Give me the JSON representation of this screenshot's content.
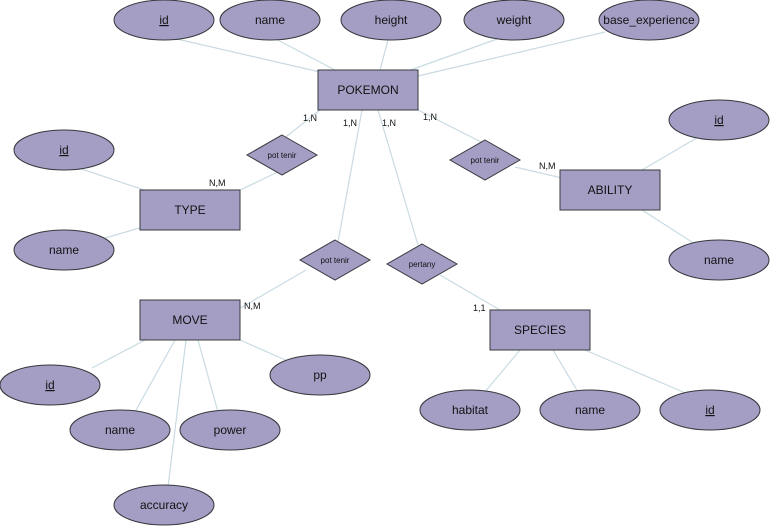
{
  "colors": {
    "fill": "#a49ec5",
    "stroke": "#36393d",
    "line": "#c9dbe3"
  },
  "entities": {
    "pokemon": "POKEMON",
    "type": "TYPE",
    "ability": "ABILITY",
    "move": "MOVE",
    "species": "SPECIES"
  },
  "attributes": {
    "pokemon": {
      "id": "id",
      "name": "name",
      "height": "height",
      "weight": "weight",
      "base_experience": "base_experience"
    },
    "type": {
      "id": "id",
      "name": "name"
    },
    "ability": {
      "id": "id",
      "name": "name"
    },
    "move": {
      "id": "id",
      "name": "name",
      "power": "power",
      "pp": "pp",
      "accuracy": "accuracy"
    },
    "species": {
      "habitat": "habitat",
      "name": "name",
      "id": "id"
    }
  },
  "relationships": {
    "pokemon_type": "pot tenir",
    "pokemon_ability": "pot tenir",
    "pokemon_move": "pot tenir",
    "pokemon_species": "pertany"
  },
  "cardinalities": {
    "pokemon_type_pokemon": "1,N",
    "pokemon_type_type": "N,M",
    "pokemon_move_pokemon": "1,N",
    "pokemon_move_move": "N,M",
    "pokemon_species_pokemon": "1,N",
    "pokemon_species_species": "1,1",
    "pokemon_ability_pokemon": "1,N",
    "pokemon_ability_ability": "N,M"
  }
}
